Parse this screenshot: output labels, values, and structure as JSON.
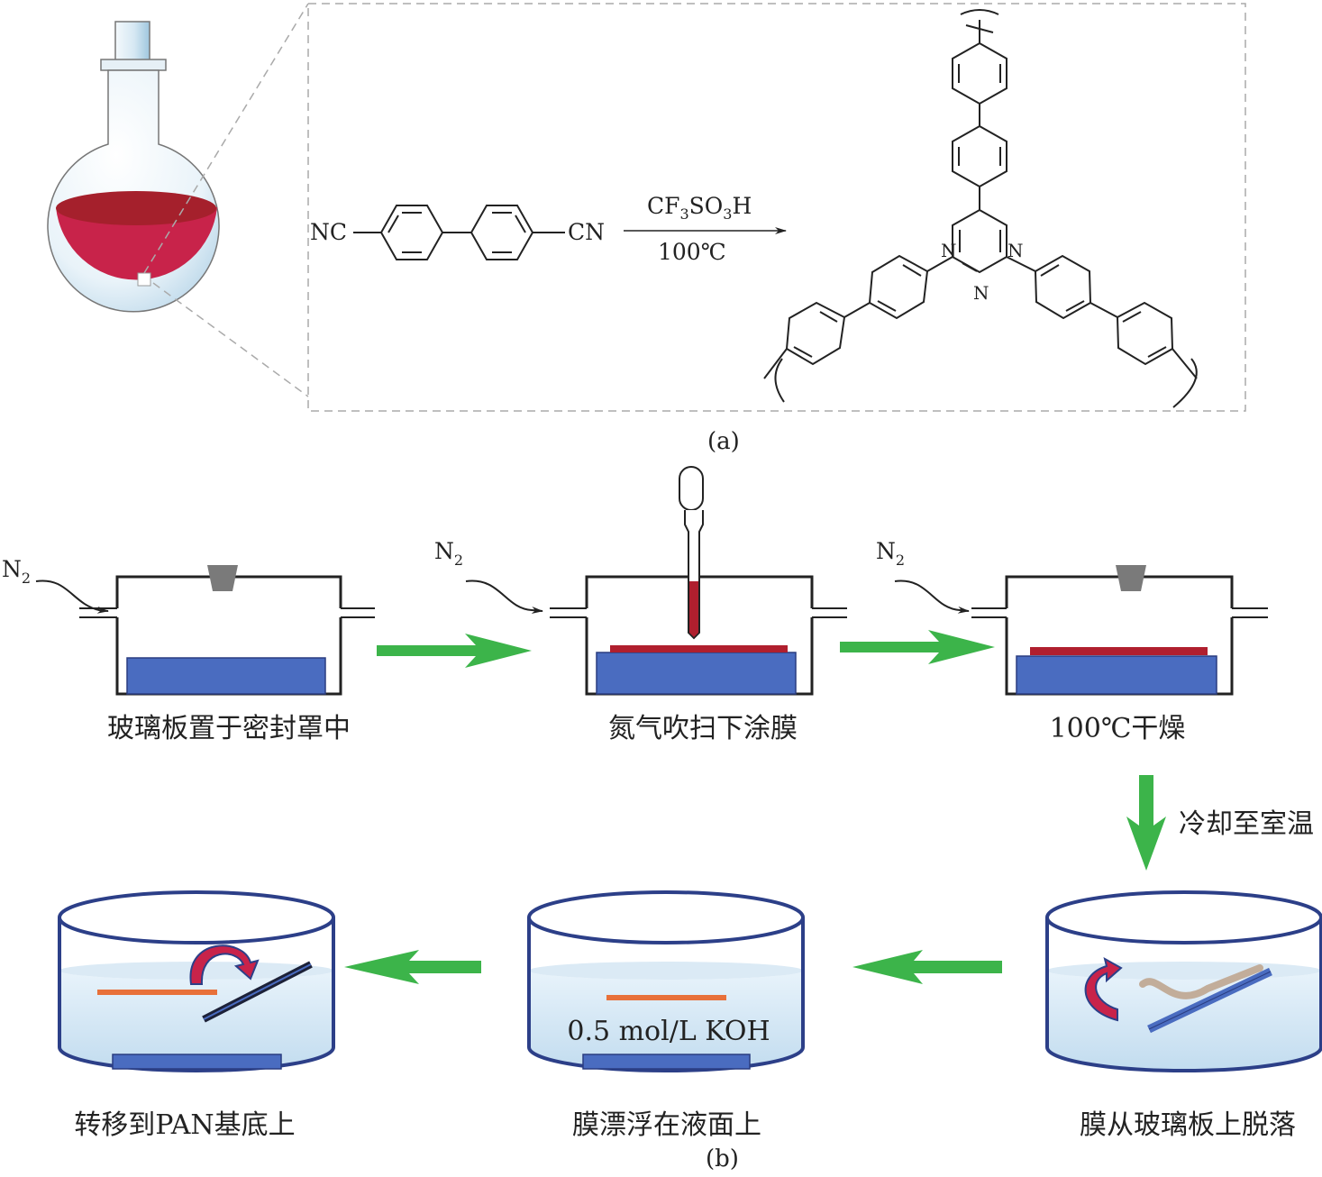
{
  "panel_a": {
    "label": "(a)",
    "monomer": {
      "left_group": "NC",
      "right_group": "CN"
    },
    "reagent": {
      "main": "CF",
      "sub1": "3",
      "mid": "SO",
      "sub2": "3",
      "end": "H"
    },
    "condition": "100℃",
    "triazine_atom": "N"
  },
  "panel_b": {
    "label": "(b)",
    "gas": {
      "main": "N",
      "sub": "2"
    },
    "steps": [
      "玻璃板置于密封罩中",
      "氮气吹扫下涂膜",
      "100℃干燥",
      "膜从玻璃板上脱落",
      "膜漂浮在液面上",
      "转移到PAN基底上"
    ],
    "cooling_label": "冷却至室温",
    "solution_label": "0.5 mol/L KOH"
  },
  "colors": {
    "flow_arrow": "#3cb44a",
    "glass_plate": "#4a6cc0",
    "film": "#b01f2e",
    "liquid": "#c5e0f4",
    "flask_solution": "#c8234a",
    "floating_film": "#e8703a",
    "pan_substrate": "#1c2138"
  }
}
